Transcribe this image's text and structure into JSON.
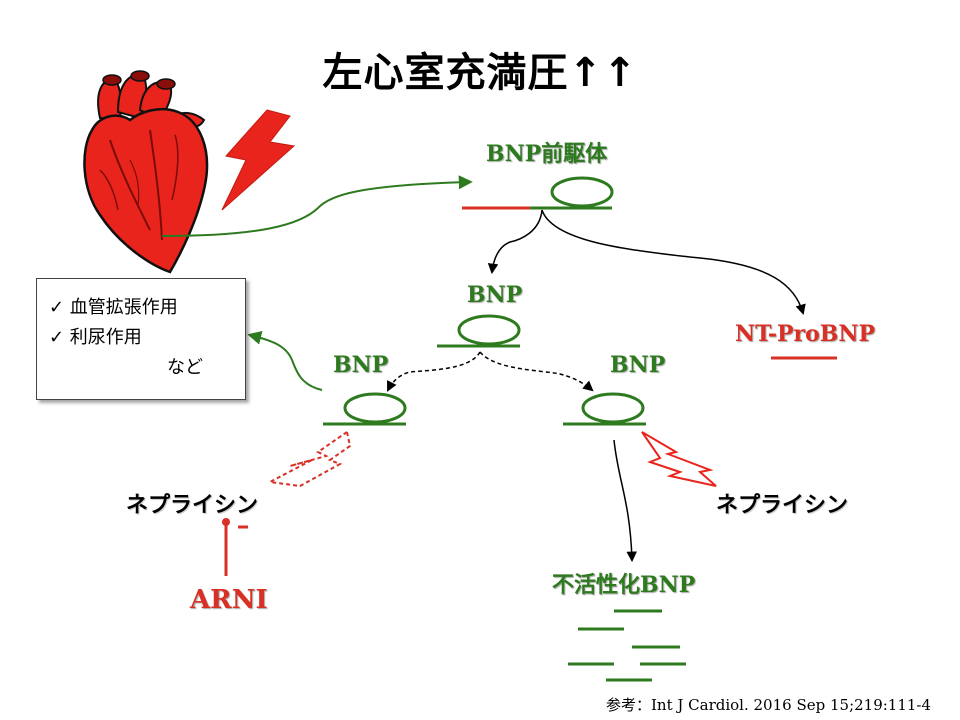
{
  "title": "左心室充満圧↑↑",
  "labels": {
    "bnp_precursor": "BNP前駆体",
    "bnp_center": "BNP",
    "bnp_left": "BNP",
    "bnp_right": "BNP",
    "nt_probnp": "NT-ProBNP",
    "neprilysin_left": "ネプライシン",
    "neprilysin_right": "ネプライシン",
    "arni": "ARNI",
    "inactive_bnp": "不活性化BNP"
  },
  "effects": {
    "item1": "✓  血管拡張作用",
    "item2": "✓  利尿作用",
    "item3": "など"
  },
  "reference": "参考：Int J Cardiol. 2016 Sep 15;219:111-4",
  "colors": {
    "green": "#2e7a1f",
    "red": "#d93025",
    "heart": "#e8241c"
  }
}
